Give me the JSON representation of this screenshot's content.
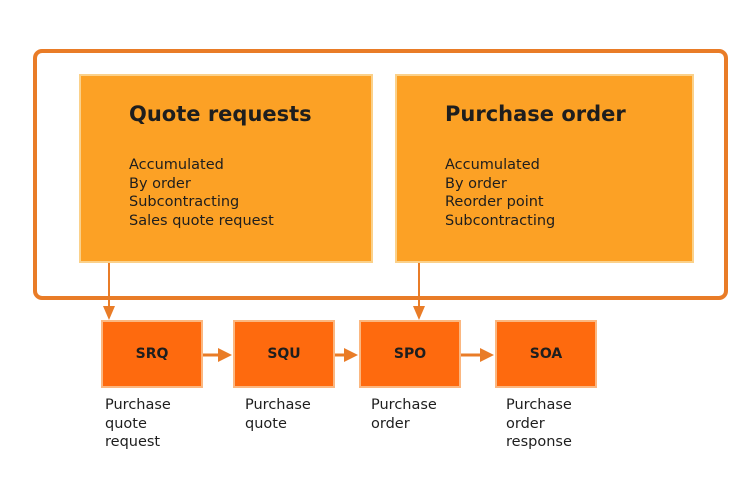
{
  "cards": [
    {
      "title": "Quote requests",
      "items": [
        "Accumulated",
        "By order",
        "Subcontracting",
        "Sales quote request"
      ]
    },
    {
      "title": "Purchase order",
      "items": [
        "Accumulated",
        "By order",
        "Reorder point",
        "Subcontracting"
      ]
    }
  ],
  "nodes": [
    {
      "code": "SRQ",
      "caption": "Purchase quote request"
    },
    {
      "code": "SQU",
      "caption": "Purchase quote"
    },
    {
      "code": "SPO",
      "caption": "Purchase order"
    },
    {
      "code": "SOA",
      "caption": "Purchase order response"
    }
  ],
  "colors": {
    "frame": "#e97c27",
    "card": "#fca125",
    "node": "#fe6a0e",
    "arrow": "#e97c27",
    "text": "#1e1e1e"
  }
}
